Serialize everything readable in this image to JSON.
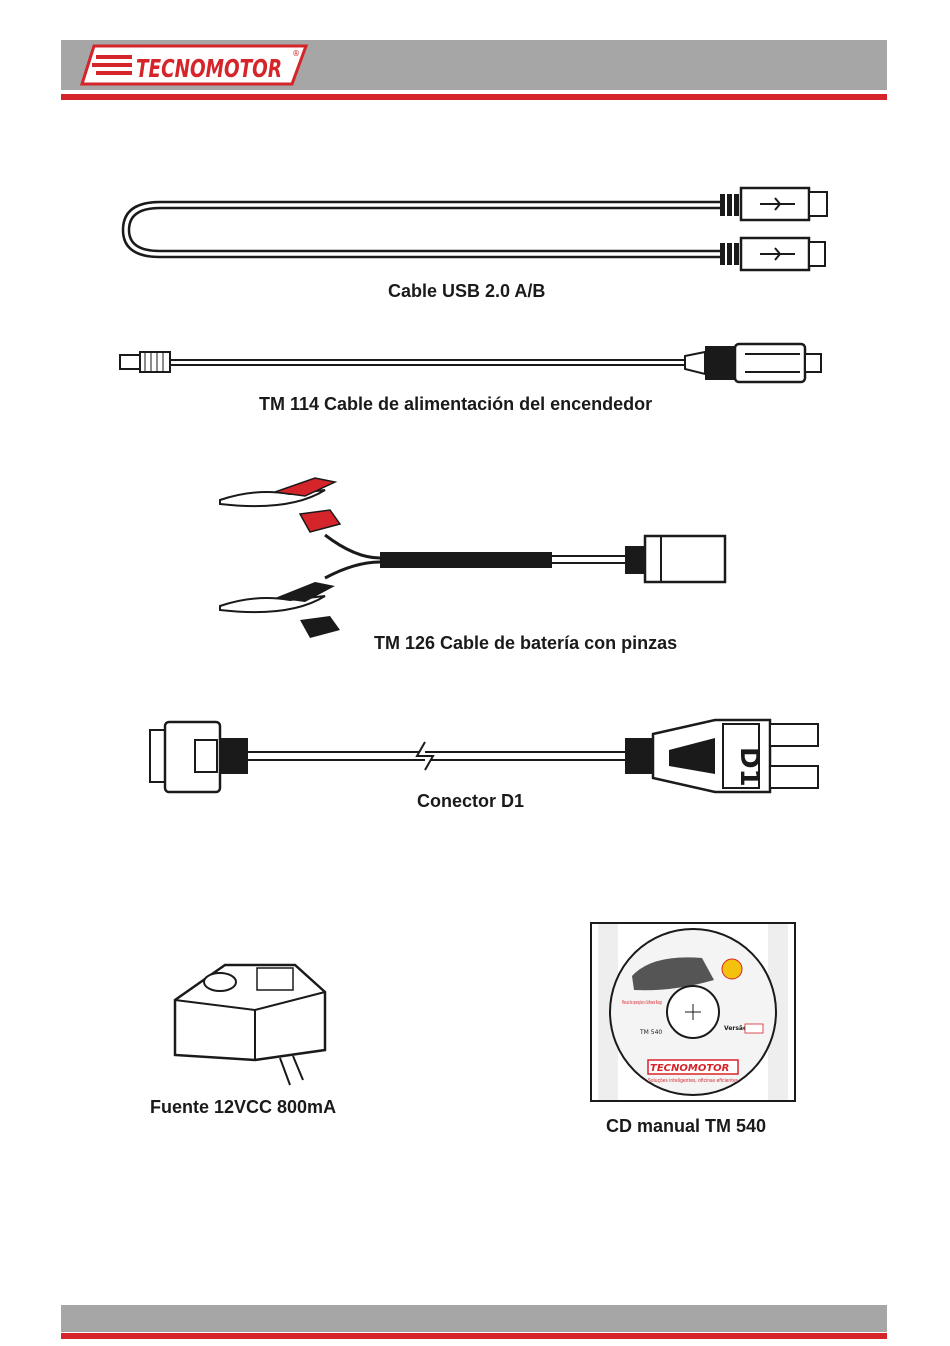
{
  "brand": {
    "logo_text": "TECNOMOTOR",
    "registered_mark": "®",
    "accent_color": "#d6242b",
    "band_color": "#a6a6a6"
  },
  "items": [
    {
      "caption": "Cable USB 2.0 A/B",
      "icon": "usb-cable-icon"
    },
    {
      "caption": "TM 114 Cable de alimentación del encendedor",
      "icon": "lighter-power-cable-icon"
    },
    {
      "caption": "TM 126 Cable de batería con pinzas",
      "icon": "battery-clamp-cable-icon"
    },
    {
      "caption": "Conector D1",
      "icon": "obd-d1-connector-icon"
    },
    {
      "caption": "Fuente 12VCC 800mA",
      "icon": "power-adapter-icon"
    },
    {
      "caption": "CD manual TM 540",
      "icon": "cd-disc-icon"
    }
  ],
  "connector_label": "D1",
  "cd_label": {
    "title": "Manual de operações e Software Rasgo",
    "product": "TM 540",
    "version_label": "Versão",
    "brand": "TECNOMOTOR",
    "tagline": "Soluções inteligentes, oficinas eficientes"
  }
}
